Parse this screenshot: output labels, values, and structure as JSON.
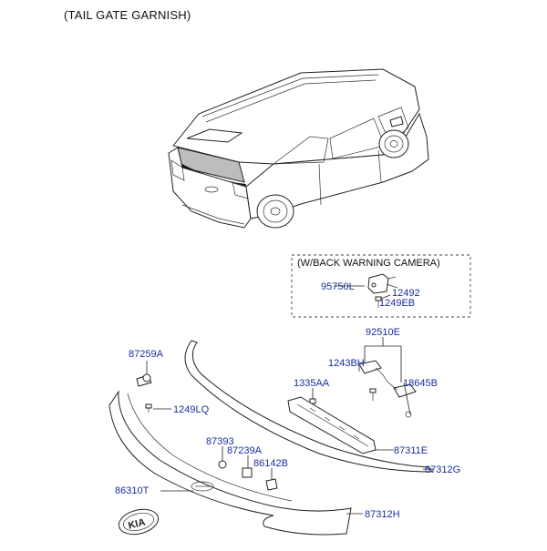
{
  "title": "(TAIL GATE GARNISH)",
  "camera_box_title": "(W/BACK WARNING CAMERA)",
  "labels": {
    "p95750L": "95750L",
    "p12492": "12492",
    "p1249EB": "1249EB",
    "p92510E": "92510E",
    "p1243BH": "1243BH",
    "p1335AA": "1335AA",
    "p18645B": "18645B",
    "p87259A": "87259A",
    "p1249LQ": "1249LQ",
    "p87311E": "87311E",
    "p87312G": "87312G",
    "p87393": "87393",
    "p87239A": "87239A",
    "p86142B": "86142B",
    "p86310T": "86310T",
    "p87312H": "87312H"
  },
  "emblem_text": "KIA"
}
